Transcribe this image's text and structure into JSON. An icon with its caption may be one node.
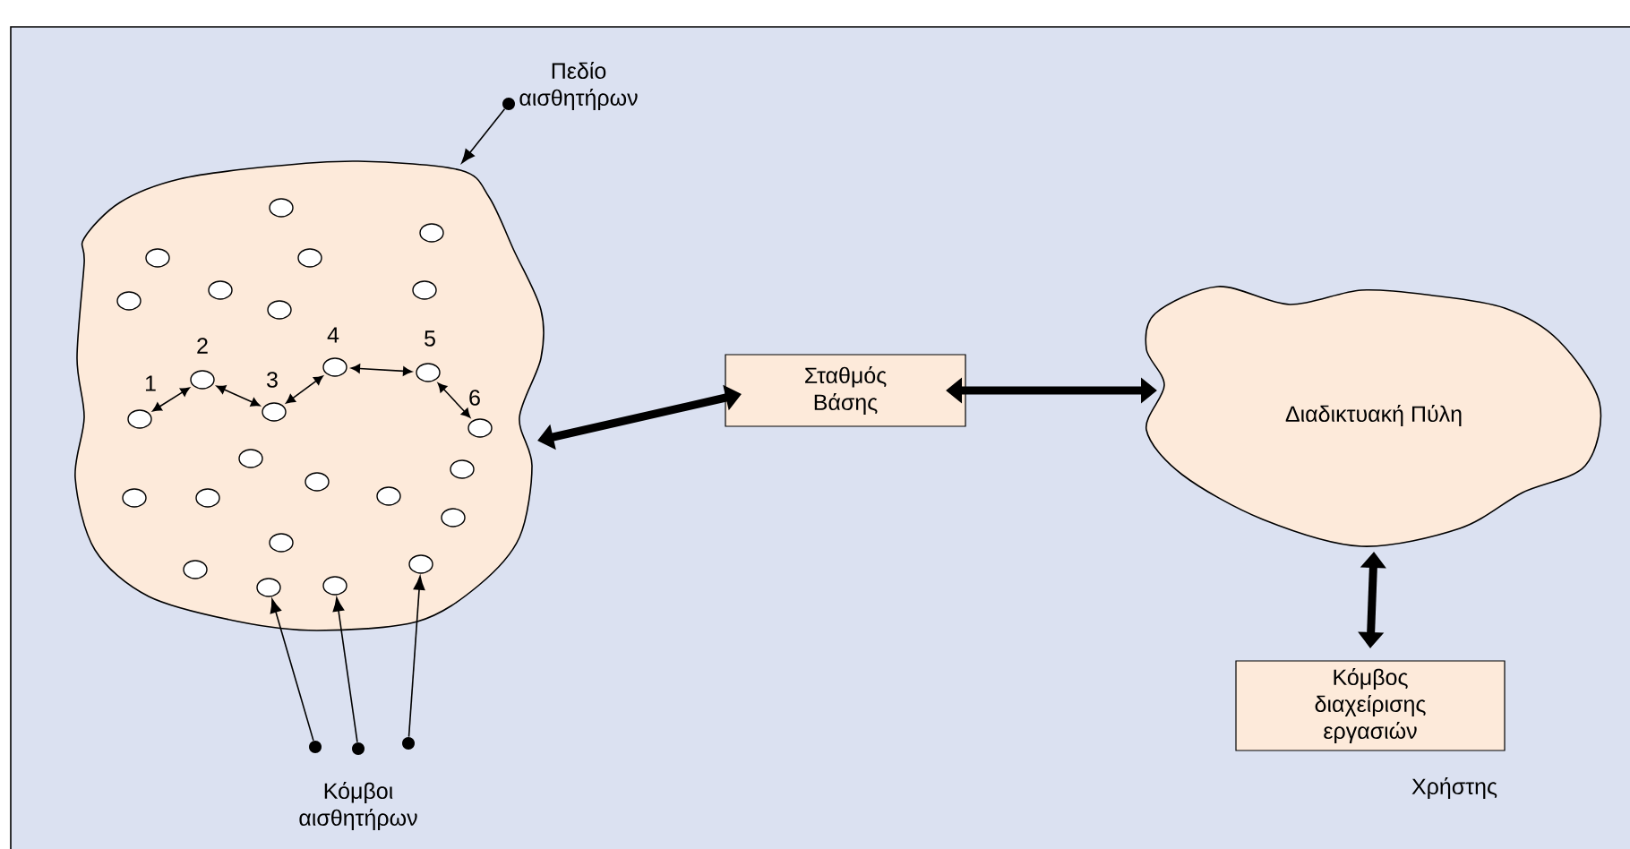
{
  "diagram": {
    "nodes": [
      {
        "text": [],
        "shape": "dot"
      },
      {
        "text": [],
        "shape": "cloud"
      },
      {
        "text": [],
        "shape": "circle",
        "in": 1
      },
      {
        "text": [],
        "shape": "circle",
        "in": 1
      },
      {
        "text": [],
        "shape": "circle",
        "in": 1
      },
      {
        "text": [],
        "shape": "circle",
        "in": 1
      },
      {
        "text": [],
        "shape": "circle",
        "in": 1
      },
      {
        "text": [],
        "shape": "circle",
        "in": 1
      },
      {
        "text": [],
        "shape": "circle",
        "in": 1
      },
      {
        "text": [],
        "shape": "circle",
        "in": 1
      },
      {
        "text": [],
        "shape": "circle",
        "in": 1,
        "beside": [
          "4"
        ]
      },
      {
        "text": [],
        "shape": "circle",
        "in": 1,
        "beside": [
          "5"
        ]
      },
      {
        "text": [],
        "shape": "circle",
        "in": 1,
        "beside": [
          "2"
        ]
      },
      {
        "text": [],
        "shape": "circle",
        "in": 1,
        "beside": [
          "3"
        ]
      },
      {
        "text": [],
        "shape": "circle",
        "in": 1,
        "beside": [
          "1"
        ]
      },
      {
        "text": [],
        "shape": "circle",
        "in": 1,
        "beside": [
          "6"
        ]
      },
      {
        "text": [],
        "shape": "circle",
        "in": 1
      },
      {
        "text": [],
        "shape": "circle",
        "in": 1
      },
      {
        "text": [],
        "shape": "circle",
        "in": 1
      },
      {
        "text": [],
        "shape": "circle",
        "in": 1
      },
      {
        "text": [],
        "shape": "circle",
        "in": 1
      },
      {
        "text": [],
        "shape": "circle",
        "in": 1
      },
      {
        "text": [],
        "shape": "circle",
        "in": 1
      },
      {
        "text": [],
        "shape": "circle",
        "in": 1
      },
      {
        "text": [],
        "shape": "circle",
        "in": 1
      },
      {
        "text": [],
        "shape": "circle",
        "in": 1
      },
      {
        "text": [],
        "shape": "circle",
        "in": 1
      },
      {
        "text": [],
        "shape": "circle",
        "in": 1
      },
      {
        "text": [
          "Σταθμός Βάσης"
        ]
      },
      {
        "text": [
          "Διαδικτυακή Πύλη"
        ]
      },
      {
        "text": [
          "Κόμβος διαχείρισης εργασιών"
        ],
        "beside": [
          "Χρήστης"
        ]
      },
      {
        "text": [],
        "shape": "dot"
      },
      {
        "text": [],
        "shape": "dot"
      },
      {
        "text": [],
        "shape": "dot"
      }
    ],
    "edges": [
      {
        "from": 0,
        "to": 1,
        "arrow": "to"
      },
      {
        "from": 14,
        "to": 12,
        "arrow": "both"
      },
      {
        "from": 12,
        "to": 13,
        "arrow": "both"
      },
      {
        "from": 13,
        "to": 10,
        "arrow": "both"
      },
      {
        "from": 10,
        "to": 11,
        "arrow": "both"
      },
      {
        "from": 11,
        "to": 15,
        "arrow": "both"
      },
      {
        "from": 1,
        "to": 28,
        "arrow": "both",
        "style": "thick"
      },
      {
        "from": 28,
        "to": 29,
        "arrow": "both",
        "style": "thick"
      },
      {
        "from": 29,
        "to": 30,
        "arrow": "both",
        "style": "thick"
      },
      {
        "from": 31,
        "to": 27,
        "arrow": "to"
      },
      {
        "from": 32,
        "to": 26,
        "arrow": "to"
      },
      {
        "from": 33,
        "to": 24,
        "arrow": "to"
      }
    ],
    "labels": [
      "Πεδίο αισθητήρων",
      "Κόμβοι αισθητήρων"
    ]
  }
}
